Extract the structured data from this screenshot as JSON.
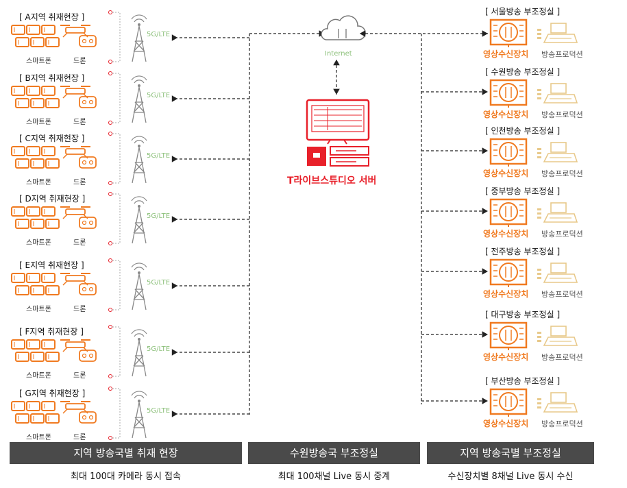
{
  "sites": [
    {
      "title": "[ A지역 취재현장 ]",
      "smartphone": "스마트폰",
      "drone": "드론",
      "signal": "5G/LTE"
    },
    {
      "title": "[ B지역 취재현장 ]",
      "smartphone": "스마트폰",
      "drone": "드론",
      "signal": "5G/LTE"
    },
    {
      "title": "[ C지역 취재현장 ]",
      "smartphone": "스마트폰",
      "drone": "드론",
      "signal": "5G/LTE"
    },
    {
      "title": "[ D지역 취재현장 ]",
      "smartphone": "스마트폰",
      "drone": "드론",
      "signal": "5G/LTE"
    },
    {
      "title": "[ E지역 취재현장 ]",
      "smartphone": "스마트폰",
      "drone": "드론",
      "signal": "5G/LTE"
    },
    {
      "title": "[ F지역 취재현장 ]",
      "smartphone": "스마트폰",
      "drone": "드론",
      "signal": "5G/LTE"
    },
    {
      "title": "[ G지역 취재현장 ]",
      "smartphone": "스마트폰",
      "drone": "드론",
      "signal": "5G/LTE"
    }
  ],
  "internet": "Internet",
  "server": "T라이브스튜디오 서버",
  "stations": [
    {
      "title": "[ 서울방송 부조정실 ]",
      "receiver": "영상수신장치",
      "production": "방송프로덕션"
    },
    {
      "title": "[ 수원방송 부조정실 ]",
      "receiver": "영상수신장치",
      "production": "방송프로덕션"
    },
    {
      "title": "[ 인천방송 부조정실 ]",
      "receiver": "영상수신장치",
      "production": "방송프로덕션"
    },
    {
      "title": "[ 중부방송 부조정실 ]",
      "receiver": "영상수신장치",
      "production": "방송프로덕션"
    },
    {
      "title": "[ 전주방송 부조정실 ]",
      "receiver": "영상수신장치",
      "production": "방송프로덕션"
    },
    {
      "title": "[ 대구방송 부조정실 ]",
      "receiver": "영상수신장치",
      "production": "방송프로덕션"
    },
    {
      "title": "[ 부산방송 부조정실 ]",
      "receiver": "영상수신장치",
      "production": "방송프로덕션"
    }
  ],
  "footer": {
    "left_bar": "지역 방송국별 취재 현장",
    "center_bar": "수원방송국 부조정실",
    "right_bar": "지역 방송국별 부조정실",
    "left_caption": "최대 100대 카메라 동시 접속",
    "center_caption": "최대 100채널 Live 동시 중계",
    "right_caption": "수신장치별 8채널 Live 동시 수신"
  },
  "colors": {
    "orange": "#f07a20",
    "red": "#e8202a",
    "green": "#8cc07a",
    "beige": "#e8c98a",
    "dark_bar": "#4a4a4a"
  }
}
